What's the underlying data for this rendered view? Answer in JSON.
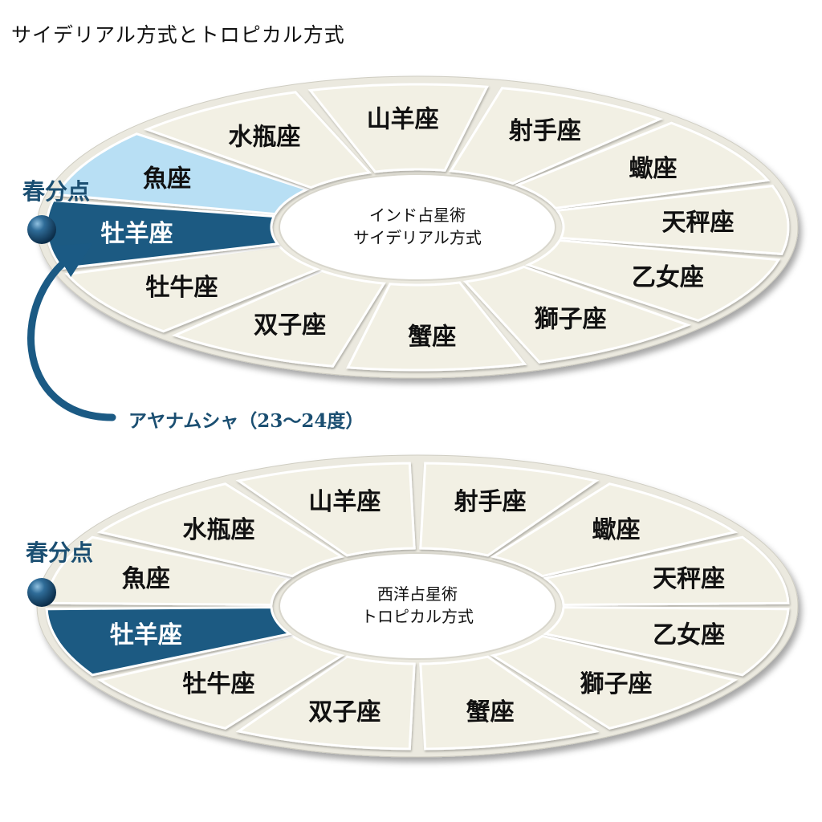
{
  "title": "サイデリアル方式とトロピカル方式",
  "colors": {
    "segment_fill": "#f2f0e4",
    "segment_stroke": "#ffffff",
    "highlight_dark": "#1a5a82",
    "highlight_light": "#b8dff4",
    "label_dark": "#1b4f72",
    "text": "#111111"
  },
  "wheels": [
    {
      "id": "sidereal",
      "center_lines": [
        "インド占星術",
        "サイデリアル方式"
      ],
      "equinox_label": "春分点",
      "signs": [
        {
          "label": "魚座",
          "style": "light"
        },
        {
          "label": "水瓶座",
          "style": "normal"
        },
        {
          "label": "山羊座",
          "style": "normal"
        },
        {
          "label": "射手座",
          "style": "normal"
        },
        {
          "label": "蠍座",
          "style": "normal"
        },
        {
          "label": "天秤座",
          "style": "normal"
        },
        {
          "label": "乙女座",
          "style": "normal"
        },
        {
          "label": "獅子座",
          "style": "normal"
        },
        {
          "label": "蟹座",
          "style": "normal"
        },
        {
          "label": "双子座",
          "style": "normal"
        },
        {
          "label": "牡牛座",
          "style": "normal"
        },
        {
          "label": "牡羊座",
          "style": "dark"
        }
      ]
    },
    {
      "id": "tropical",
      "center_lines": [
        "西洋占星術",
        "トロピカル方式"
      ],
      "equinox_label": "春分点",
      "signs": [
        {
          "label": "魚座",
          "style": "normal"
        },
        {
          "label": "水瓶座",
          "style": "normal"
        },
        {
          "label": "山羊座",
          "style": "normal"
        },
        {
          "label": "射手座",
          "style": "normal"
        },
        {
          "label": "蠍座",
          "style": "normal"
        },
        {
          "label": "天秤座",
          "style": "normal"
        },
        {
          "label": "乙女座",
          "style": "normal"
        },
        {
          "label": "獅子座",
          "style": "normal"
        },
        {
          "label": "蟹座",
          "style": "normal"
        },
        {
          "label": "双子座",
          "style": "normal"
        },
        {
          "label": "牡牛座",
          "style": "normal"
        },
        {
          "label": "牡羊座",
          "style": "dark"
        }
      ]
    }
  ],
  "ayanamsha_label": "アヤナムシャ（23〜24度）"
}
